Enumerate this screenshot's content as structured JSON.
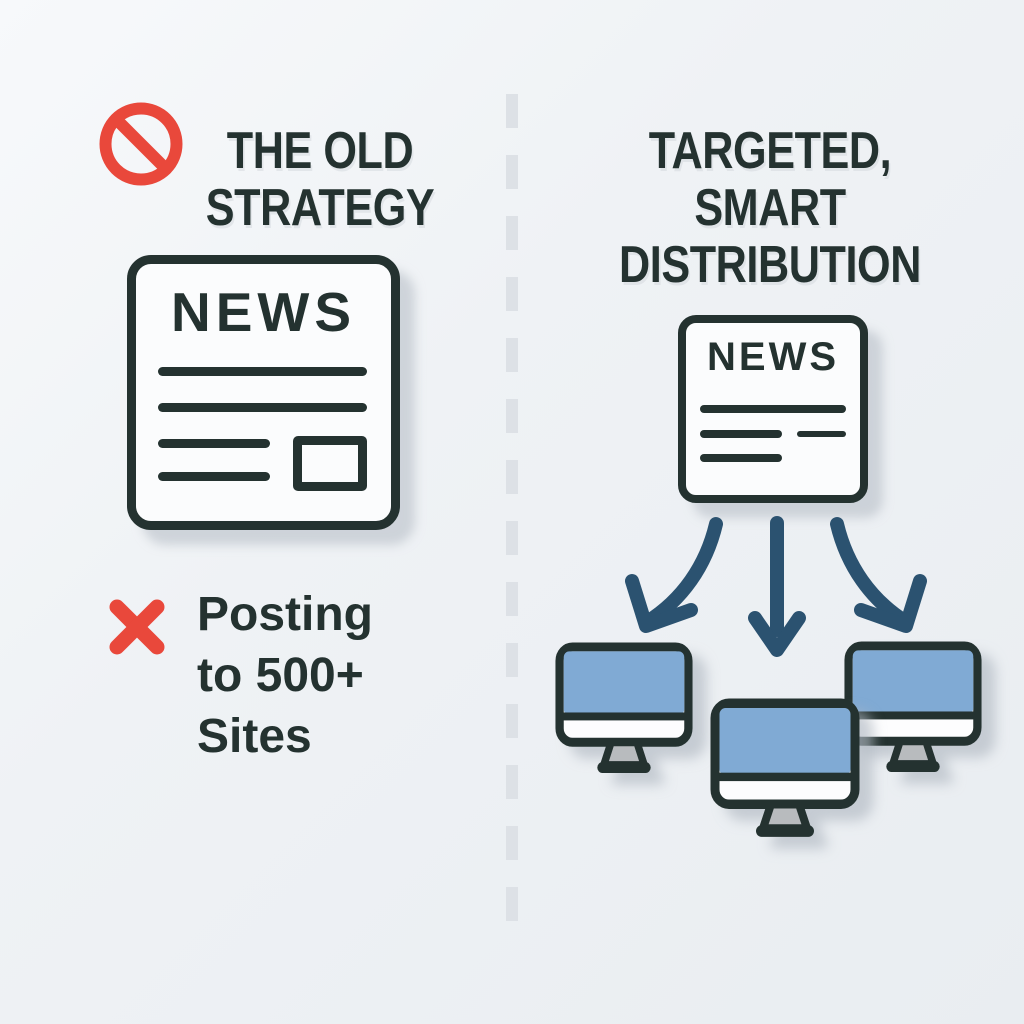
{
  "meta": {
    "type": "comparison-infographic"
  },
  "colors": {
    "background": "#eef1f5",
    "ink": "#243230",
    "accent_red": "#e9483b",
    "arrow_blue": "#2b5270",
    "screen_blue": "#80aad4",
    "stand_gray": "#b8bbbe",
    "divider": "#dde1e6",
    "card_bg": "#fbfcfd"
  },
  "left_panel": {
    "title_line1": "THE OLD",
    "title_line2": "STRATEGY",
    "icons": [
      "no-sign-icon",
      "newspaper-icon",
      "x-mark-icon"
    ],
    "news_card": {
      "masthead": "NEWS"
    },
    "caption_line1": "Posting",
    "caption_line2": "to 500+",
    "caption_line3": "Sites"
  },
  "right_panel": {
    "title_line1": "TARGETED,",
    "title_line2": "SMART",
    "title_line3": "DISTRIBUTION",
    "news_card": {
      "masthead": "NEWS"
    },
    "icons": [
      "newspaper-icon",
      "curved-arrow-left-icon",
      "straight-arrow-down-icon",
      "curved-arrow-right-icon",
      "monitor-icon",
      "monitor-icon",
      "monitor-icon"
    ]
  }
}
